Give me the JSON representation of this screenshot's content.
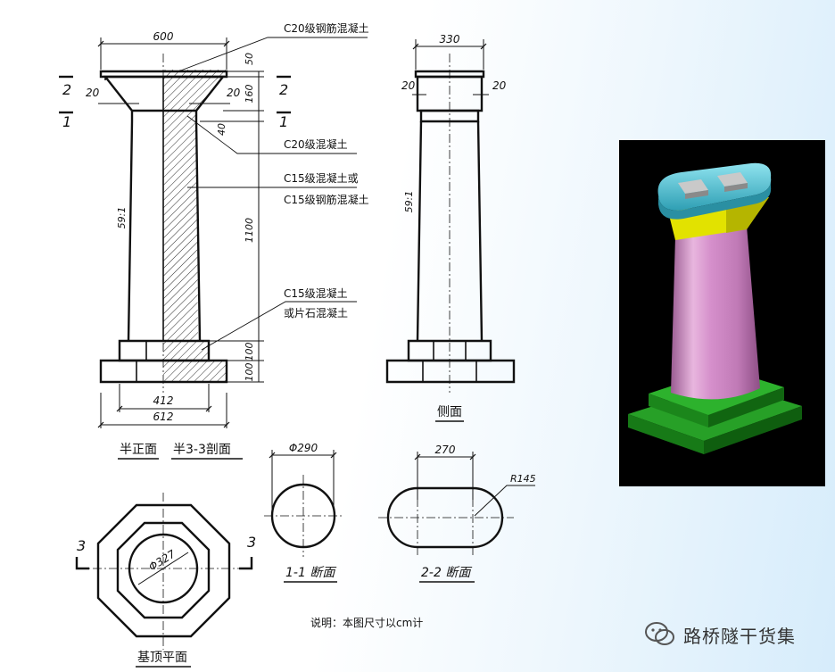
{
  "front_view": {
    "top_width": "600",
    "cap_thickness": "50",
    "cap_edge_left": "20",
    "cap_edge_right": "20",
    "cap_height": "160",
    "neck_height": "40",
    "shaft_height": "1100",
    "shaft_slope": "59:1",
    "plinth_height_1": "100",
    "plinth_height_2": "100",
    "plinth_width_top": "412",
    "plinth_width_bottom": "612"
  },
  "side_view": {
    "top_width": "330",
    "edge_left": "20",
    "edge_right": "20",
    "shaft_slope": "59:1"
  },
  "section_marks": {
    "two": "2",
    "one": "1",
    "three": "3"
  },
  "materials": {
    "cap": "C20级钢筋混凝土",
    "neck": "C20级混凝土",
    "shaft_line1": "C15级混凝土或",
    "shaft_line2": "C15级钢筋混凝土",
    "base_line1": "C15级混凝土",
    "base_line2": "或片石混凝土"
  },
  "labels": {
    "half_front": "半正面",
    "half_section": "半3-3剖面",
    "side": "侧面",
    "plan": "基顶平面",
    "section_1_1": "1-1 断面",
    "section_2_2": "2-2 断面"
  },
  "section_dims": {
    "plan_dia": "Φ327",
    "circle_dia": "Φ290",
    "oval_width": "270",
    "oval_radius": "R145"
  },
  "note": "说明：本图尺寸以cm计",
  "watermark": "路桥隧干货集",
  "colors": {
    "render_bg": "#000000",
    "render_cap": "#5fc6d8",
    "render_pad": "#bfbfbf",
    "render_collar": "#e6e600",
    "render_shaft": "#d89ad0",
    "render_base": "#1f8a1f"
  }
}
